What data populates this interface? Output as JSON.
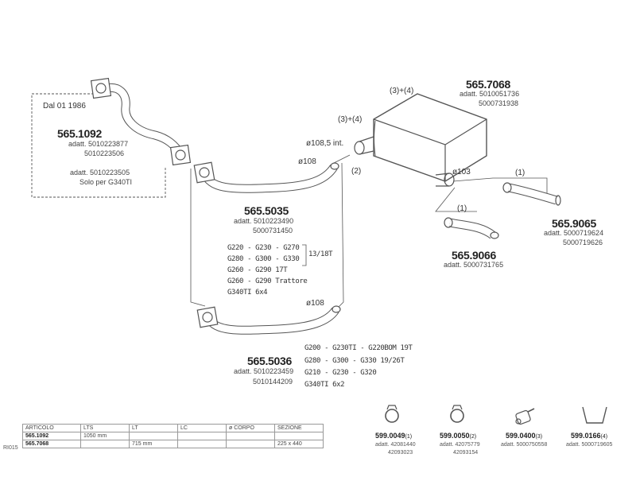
{
  "system": {
    "date_note": "Dal 01 1986",
    "front_pipe": {
      "part_number": "565.1092",
      "refs": [
        "adatt. 5010223877",
        "5010223506"
      ],
      "alt_ref": "adatt. 5010223505",
      "alt_note": "Solo per G340TI"
    },
    "muffler": {
      "part_number": "565.7068",
      "refs": [
        "adatt. 5010051736",
        "5000731938"
      ],
      "label_top": "(3)+(4)",
      "label_side": "(3)+(4)",
      "inlet": "ø108,5 int.",
      "outlet": "ø103",
      "note_2": "(2)"
    },
    "pipe_a": {
      "part_number": "565.5035",
      "refs": [
        "adatt. 5010223490",
        "5000731450"
      ],
      "diameter": "ø108",
      "models": [
        "G220 - G230 - G270",
        "G280 - G300 - G330",
        "G260 - G290 17T",
        "G260 - G290 Trattore",
        "G340TI 6x4"
      ],
      "bracket_note": "13/18T"
    },
    "pipe_b": {
      "part_number": "565.5036",
      "refs": [
        "adatt. 5010223459",
        "5010144209"
      ],
      "diameter": "ø108",
      "models": [
        "G200 - G230TI - G220BOM 19T",
        "G280 - G300 - G330 19/26T",
        "G210 - G230 - G320",
        "G340TI 6x2"
      ]
    },
    "tail_right": {
      "part_number": "565.9065",
      "refs": [
        "adatt. 5000719624",
        "5000719626"
      ],
      "note": "(1)"
    },
    "tail_left": {
      "part_number": "565.9066",
      "refs": [
        "adatt. 5000731765"
      ],
      "note": "(1)"
    }
  },
  "accessories": [
    {
      "part_number": "599.0049",
      "note": "(1)",
      "refs": [
        "adatt. 42081440",
        "42093023"
      ],
      "icon": "clamp-icon"
    },
    {
      "part_number": "599.0050",
      "note": "(2)",
      "refs": [
        "adatt. 42075779",
        "42093154"
      ],
      "icon": "clamp-icon"
    },
    {
      "part_number": "599.0400",
      "note": "(3)",
      "refs": [
        "adatt. 5000750558"
      ],
      "icon": "rubber-mount-icon"
    },
    {
      "part_number": "599.0166",
      "note": "(4)",
      "refs": [
        "adatt. 5000719605"
      ],
      "icon": "u-bracket-icon"
    }
  ],
  "table": {
    "side_label": "RI015",
    "headers": [
      "ARTICOLO",
      "LTS",
      "LT",
      "LC",
      "ø CORPO",
      "SEZIONE"
    ],
    "rows": [
      [
        "565.1092",
        "1050 mm",
        "",
        "",
        "",
        ""
      ],
      [
        "565.7068",
        "",
        "715 mm",
        "",
        "",
        "225 x 440"
      ]
    ]
  },
  "colors": {
    "line": "#555555",
    "fill": "#ffffff",
    "text": "#333333"
  }
}
